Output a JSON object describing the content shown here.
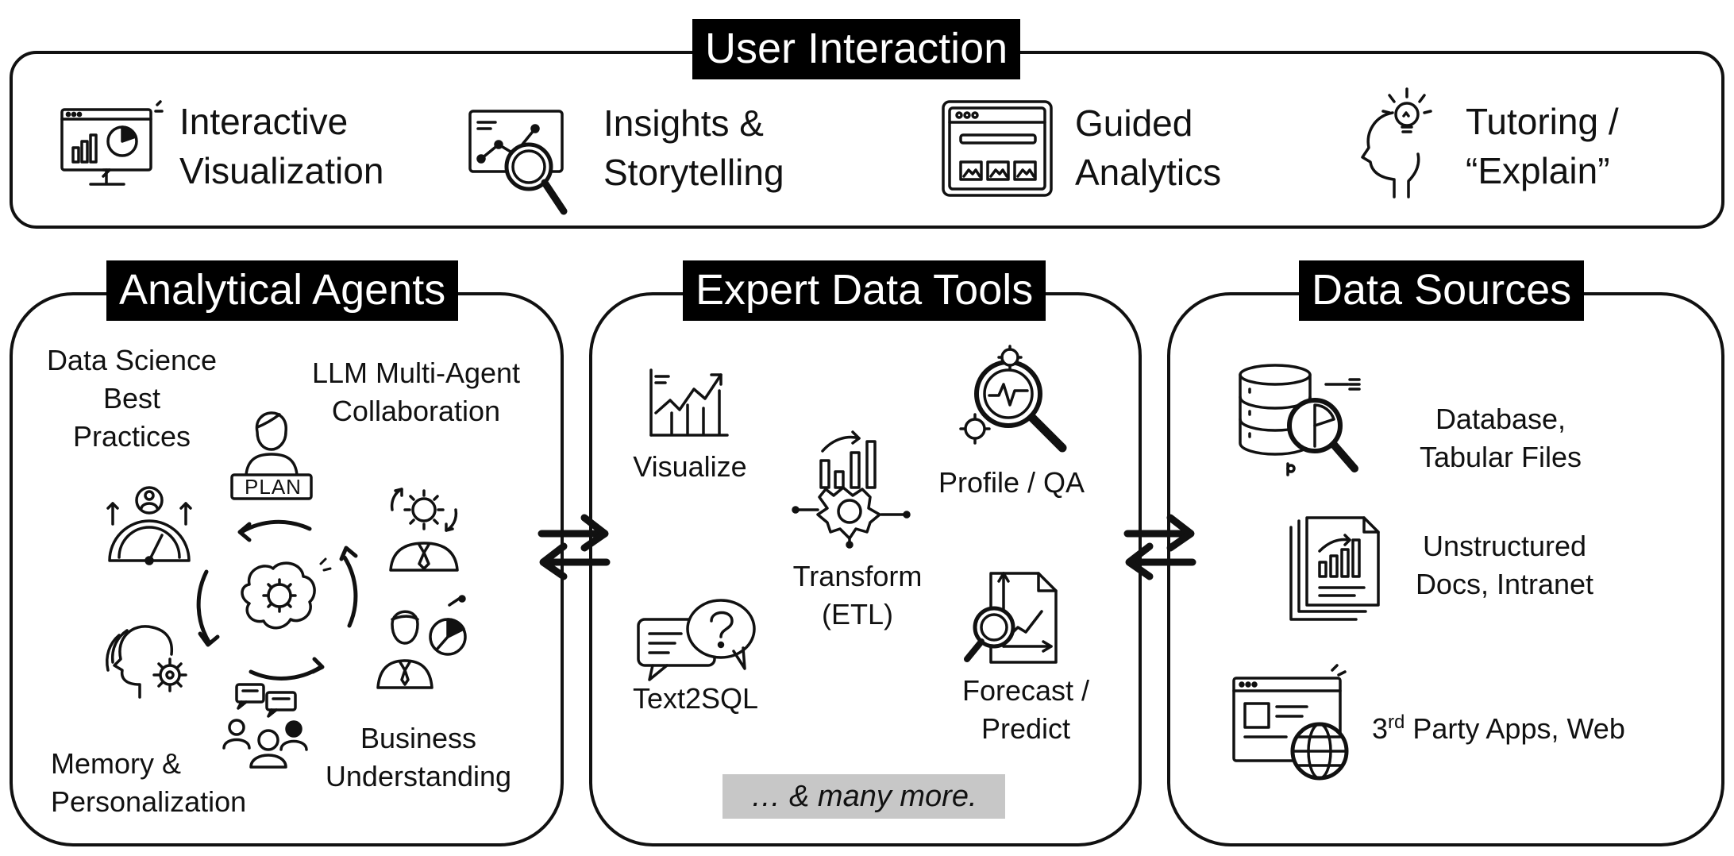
{
  "user_interaction": {
    "title": "User Interaction",
    "items": [
      {
        "lines": [
          "Interactive",
          "Visualization"
        ],
        "icon": "monitor-chart-icon"
      },
      {
        "lines": [
          "Insights &",
          "Storytelling"
        ],
        "icon": "magnifier-chart-icon"
      },
      {
        "lines": [
          "Guided",
          "Analytics"
        ],
        "icon": "browser-window-icon"
      },
      {
        "lines": [
          "Tutoring /",
          "“Explain”"
        ],
        "icon": "head-lightbulb-icon"
      }
    ]
  },
  "analytical_agents": {
    "title": "Analytical Agents",
    "labels": {
      "best_practices": [
        "Data Science",
        "Best",
        "Practices"
      ],
      "collaboration": [
        "LLM Multi-Agent",
        "Collaboration"
      ],
      "memory": [
        "Memory &",
        "Personalization"
      ],
      "business": [
        "Business",
        "Understanding"
      ]
    },
    "plan_badge": "PLAN"
  },
  "expert_tools": {
    "title": "Expert Data Tools",
    "labels": {
      "visualize": "Visualize",
      "profile": "Profile / QA",
      "transform": [
        "Transform",
        "(ETL)"
      ],
      "text2sql": "Text2SQL",
      "forecast": [
        "Forecast /",
        "Predict"
      ]
    },
    "more": "…  & many more."
  },
  "data_sources": {
    "title": "Data Sources",
    "items": [
      {
        "lines": [
          "Database,",
          "Tabular Files"
        ],
        "icon": "database-search-icon"
      },
      {
        "lines": [
          "Unstructured",
          "Docs, Intranet"
        ],
        "icon": "document-stack-icon"
      },
      {
        "lines": [
          "3rd Party Apps, Web"
        ],
        "icon": "web-browser-globe-icon"
      }
    ]
  }
}
